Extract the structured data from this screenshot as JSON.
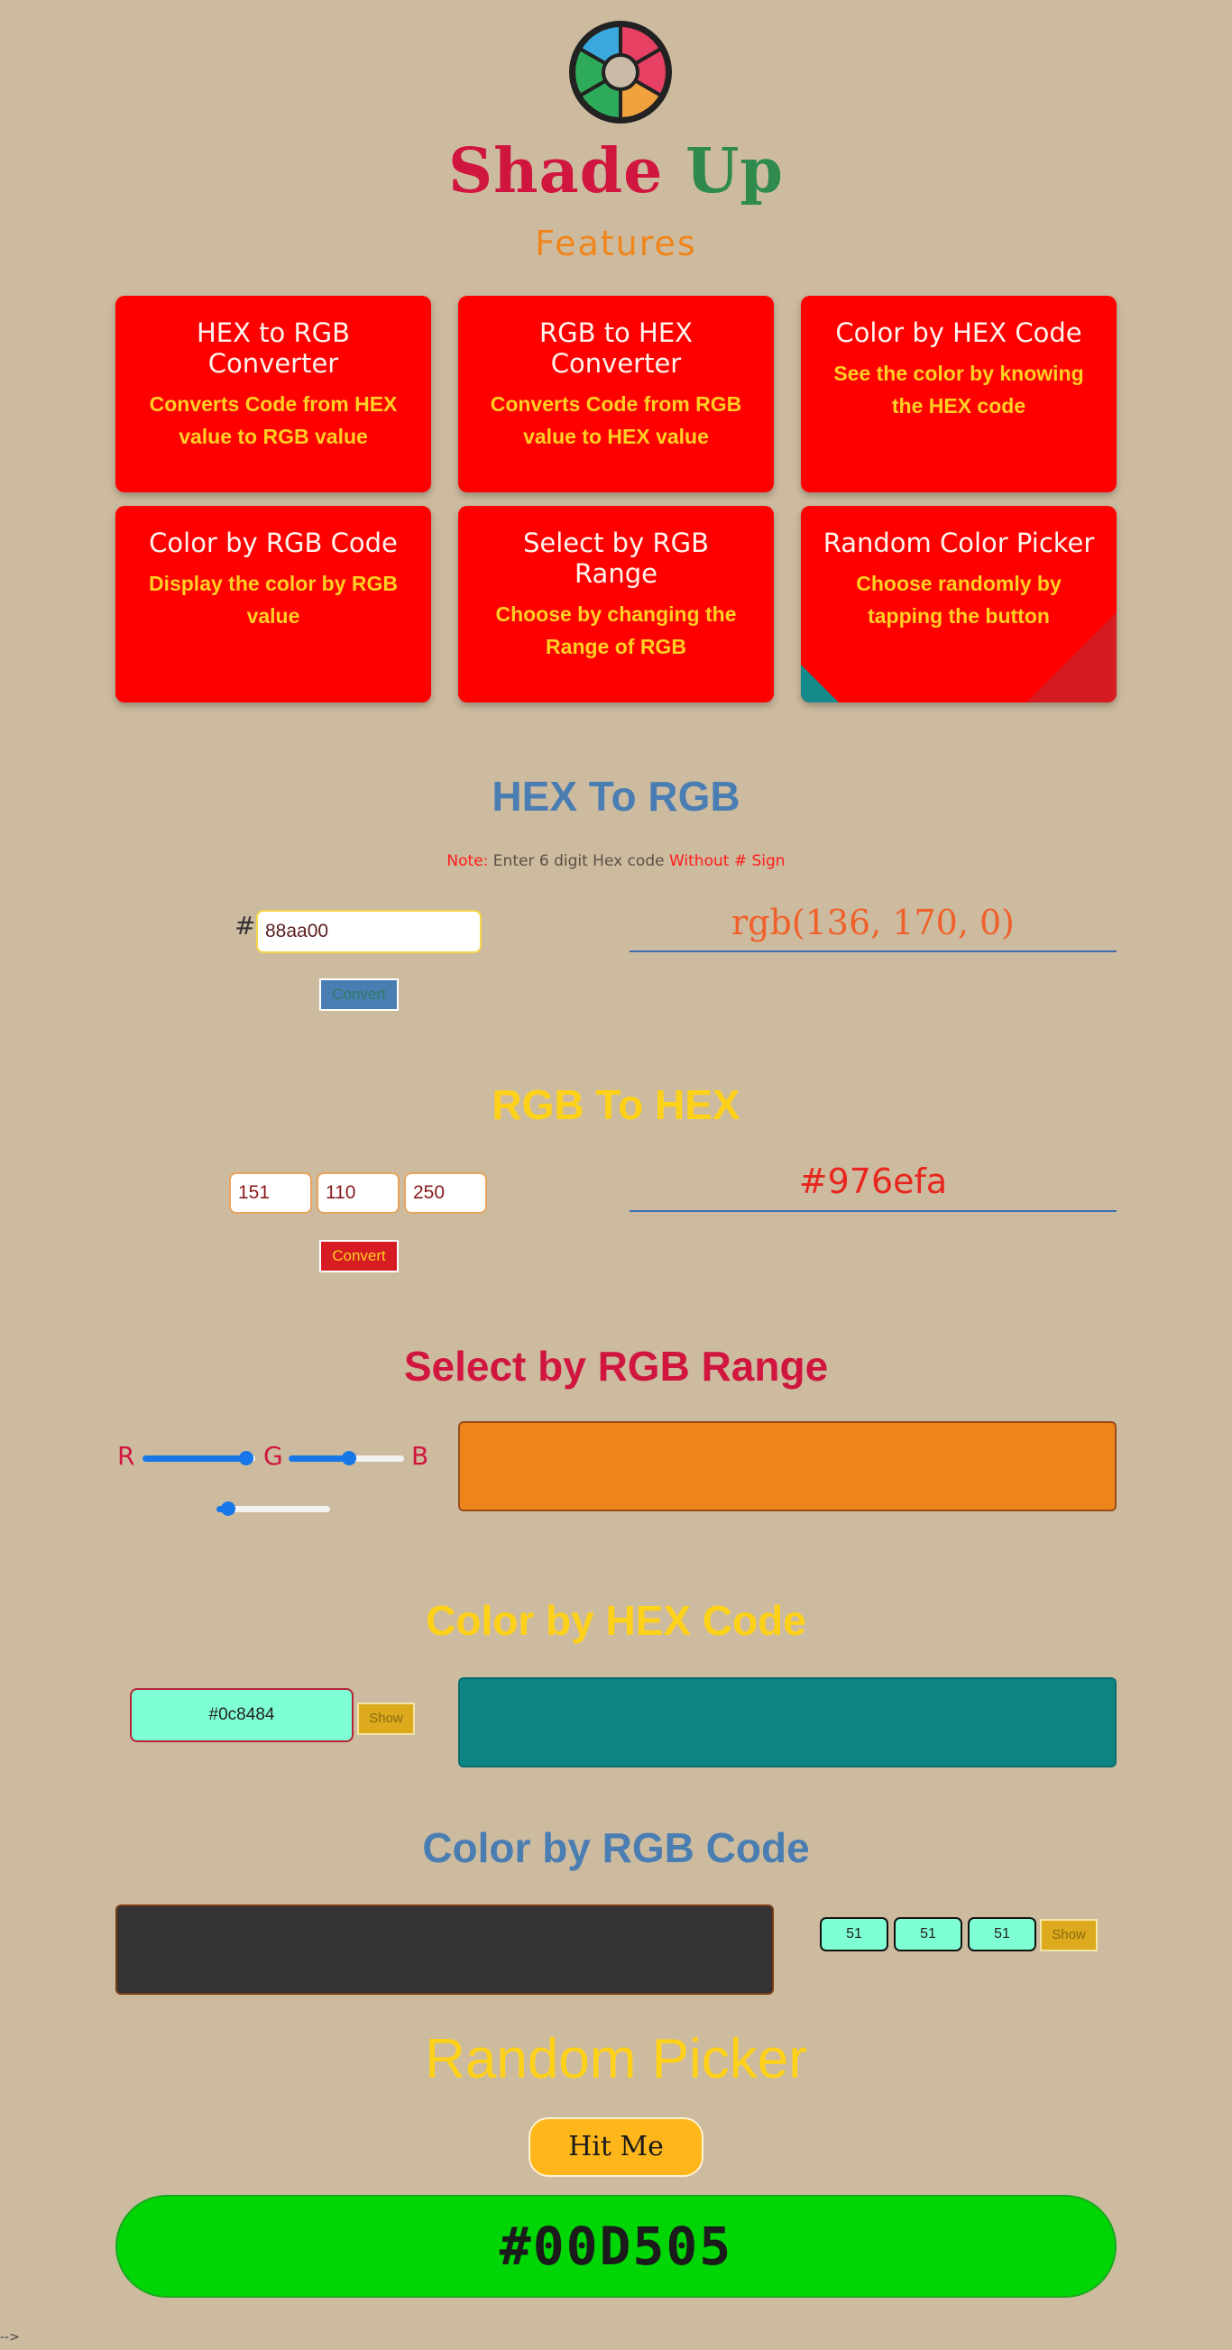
{
  "brand": {
    "word1": "Shade",
    "word2": "Up"
  },
  "features": {
    "title": "Features",
    "cards": [
      {
        "title": "HEX to RGB Converter",
        "desc": "Converts Code from HEX value to RGB value"
      },
      {
        "title": "RGB to HEX Converter",
        "desc": "Converts Code from RGB value to HEX value"
      },
      {
        "title": "Color by HEX Code",
        "desc": "See the color by knowing the HEX code"
      },
      {
        "title": "Color by RGB Code",
        "desc": "Display the color by RGB value"
      },
      {
        "title": "Select by RGB Range",
        "desc": "Choose by changing the Range of RGB"
      },
      {
        "title": "Random Color Picker",
        "desc": "Choose randomly by tapping the button"
      }
    ]
  },
  "hex_to_rgb": {
    "title": "HEX To RGB",
    "note_label": "Note:",
    "note_text": " Enter 6 digit Hex code ",
    "note_emph": "Without # Sign",
    "hash": "#",
    "input_value": "88aa00",
    "button": "Convert",
    "result": "rgb(136, 170, 0)",
    "title_color": "#4a7eb3"
  },
  "rgb_to_hex": {
    "title": "RGB To HEX",
    "r": "151",
    "g": "110",
    "b": "250",
    "button": "Convert",
    "result": "#976efa",
    "title_color": "#ffd119"
  },
  "rgb_range": {
    "title": "Select by RGB Range",
    "labels": {
      "r": "R",
      "g": "G",
      "b": "B"
    },
    "levels": {
      "r": 0.92,
      "g": 0.52,
      "b": 0.1
    },
    "swatch_color": "#ee841c",
    "title_color": "#d0163f"
  },
  "hex_code": {
    "title": "Color by HEX Code",
    "input_value": "#0c8484",
    "button": "Show",
    "swatch_color": "#0c8484",
    "title_color": "#ffd119"
  },
  "rgb_code": {
    "title": "Color by RGB Code",
    "r": "51",
    "g": "51",
    "b": "51",
    "button": "Show",
    "swatch_color": "#333333",
    "title_color": "#4a7eb3"
  },
  "random": {
    "title": "Random Picker",
    "button": "Hit Me",
    "result": "#00D505",
    "result_color": "#00d505"
  },
  "footer": {
    "stray_text": "-->"
  }
}
